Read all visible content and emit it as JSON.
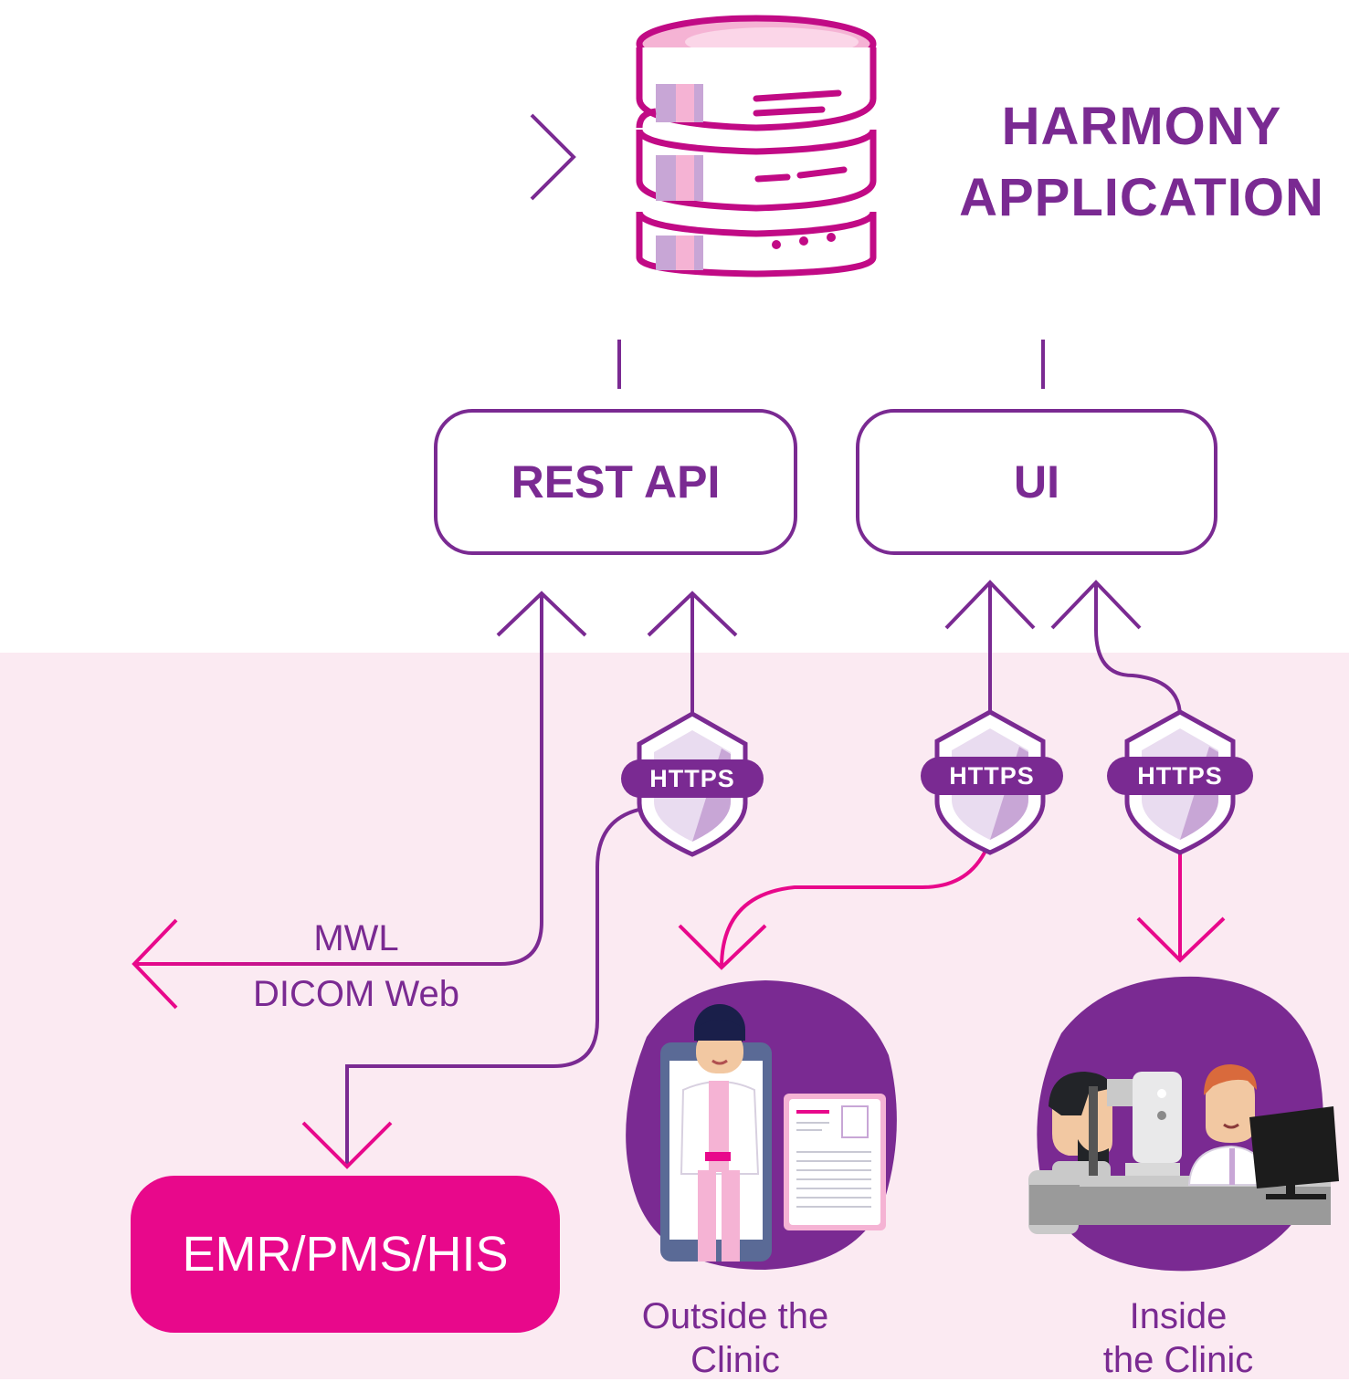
{
  "app": {
    "title_line1": "HARMONY",
    "title_line2": "APPLICATION"
  },
  "nodes": {
    "rest_api": "REST API",
    "ui": "UI",
    "emr": "EMR/PMS/HIS"
  },
  "badges": {
    "https_rest": "HTTPS",
    "https_ui_outside": "HTTPS",
    "https_ui_inside": "HTTPS"
  },
  "protocols": {
    "mwl": "MWL",
    "dicom_web": "DICOM Web"
  },
  "locations": {
    "outside_line1": "Outside the",
    "outside_line2": "Clinic",
    "inside_line1": "Inside",
    "inside_line2": "the Clinic"
  },
  "colors": {
    "purple": "#7a2a92",
    "magenta": "#e8088b",
    "pink_background": "#fbeaf2",
    "light_pink": "#f5b3d4",
    "lavender": "#c8a6d6"
  }
}
